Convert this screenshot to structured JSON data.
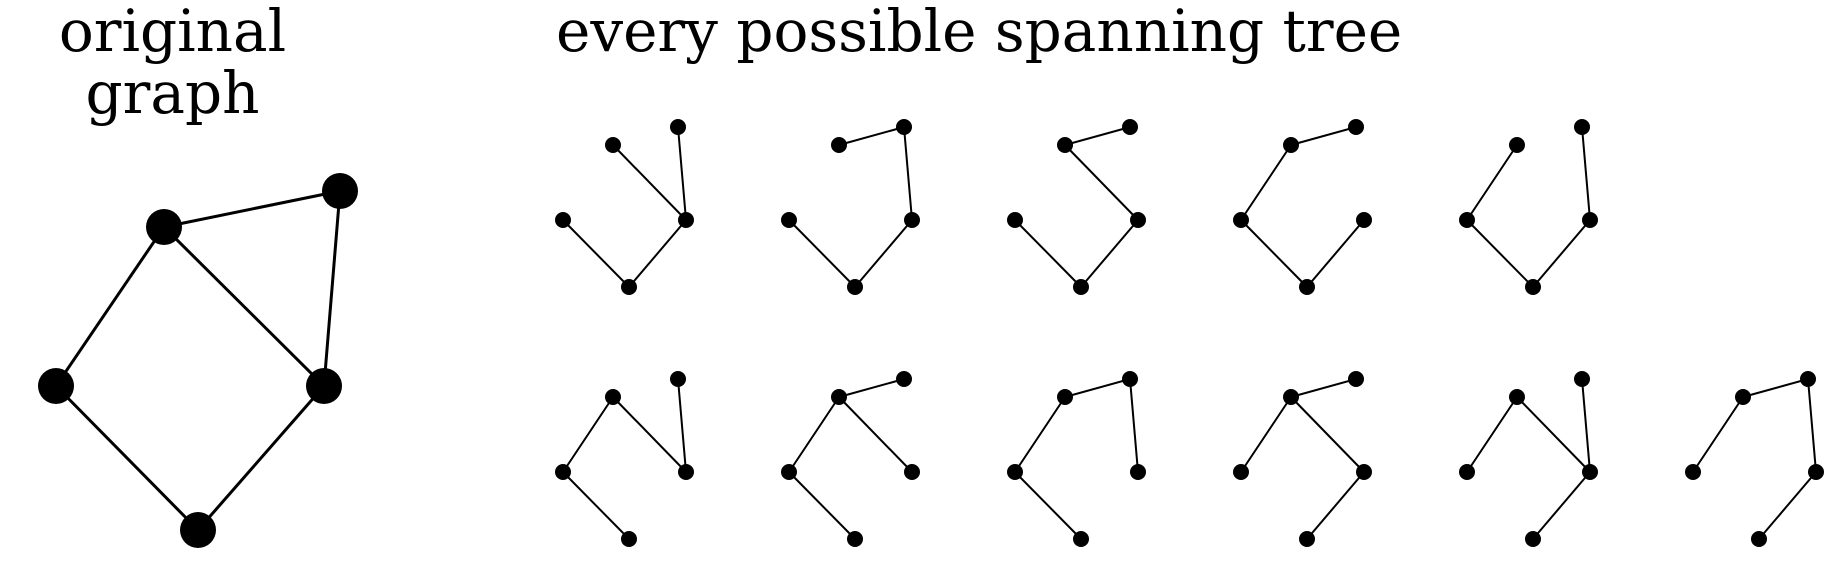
{
  "headings": {
    "original_line1": "original",
    "original_line2": "graph",
    "spanning": "every possible spanning tree"
  },
  "colors": {
    "ink": "#000000",
    "background": "#ffffff"
  },
  "graph": {
    "vertices": [
      "top-right",
      "upper-left",
      "left",
      "right",
      "bottom"
    ],
    "edges": [
      [
        "upper-left",
        "top-right"
      ],
      [
        "top-right",
        "right"
      ],
      [
        "upper-left",
        "left"
      ],
      [
        "upper-left",
        "right"
      ],
      [
        "left",
        "bottom"
      ],
      [
        "right",
        "bottom"
      ]
    ]
  },
  "spanning_trees": [
    {
      "row": 1,
      "removed": [
        "upper-left-top-right",
        "upper-left-left"
      ]
    },
    {
      "row": 1,
      "removed": [
        "upper-left-right",
        "upper-left-left"
      ]
    },
    {
      "row": 1,
      "removed": [
        "top-right-right",
        "upper-left-left"
      ]
    },
    {
      "row": 1,
      "removed": [
        "upper-left-right",
        "top-right-right"
      ]
    },
    {
      "row": 1,
      "removed": [
        "upper-left-top-right",
        "upper-left-right"
      ]
    },
    {
      "row": 2,
      "removed": [
        "upper-left-top-right",
        "right-bottom"
      ]
    },
    {
      "row": 2,
      "removed": [
        "top-right-right",
        "right-bottom"
      ]
    },
    {
      "row": 2,
      "removed": [
        "upper-left-right",
        "right-bottom"
      ]
    },
    {
      "row": 2,
      "removed": [
        "top-right-right",
        "left-bottom"
      ]
    },
    {
      "row": 2,
      "removed": [
        "upper-left-top-right",
        "left-bottom"
      ]
    },
    {
      "row": 2,
      "removed": [
        "upper-left-right",
        "left-bottom"
      ]
    }
  ]
}
